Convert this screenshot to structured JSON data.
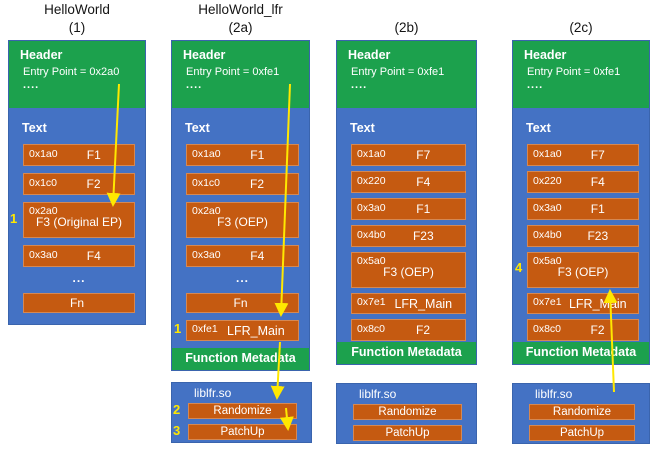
{
  "colors": {
    "green": "#1ca14d",
    "blue": "#4472c4",
    "orange": "#c55a11",
    "yellow": "#ffe800"
  },
  "columns": [
    {
      "title": {
        "line1": "HelloWorld",
        "line2": "(1)"
      },
      "header": {
        "title": "Header",
        "entry": "Entry Point = 0x2a0",
        "dots": "...."
      },
      "text_label": "Text",
      "rows": [
        {
          "addr": "0x1a0",
          "name": "F1"
        },
        {
          "addr": "0x1c0",
          "name": "F2"
        },
        {
          "addr": "0x2a0",
          "name": "F3 (Original EP)"
        },
        {
          "addr": "0x3a0",
          "name": "F4"
        },
        {
          "dots": "..."
        },
        {
          "name": "Fn"
        }
      ],
      "step_marker": "1"
    },
    {
      "title": {
        "line1": "HelloWorld_lfr",
        "line2": "(2a)"
      },
      "header": {
        "title": "Header",
        "entry": "Entry Point = 0xfe1",
        "dots": "...."
      },
      "text_label": "Text",
      "rows": [
        {
          "addr": "0x1a0",
          "name": "F1"
        },
        {
          "addr": "0x1c0",
          "name": "F2"
        },
        {
          "addr": "0x2a0",
          "name": "F3 (OEP)"
        },
        {
          "addr": "0x3a0",
          "name": "F4"
        },
        {
          "dots": "..."
        },
        {
          "name": "Fn"
        },
        {
          "addr": "0xfe1",
          "name": "LFR_Main"
        }
      ],
      "metadata_label": "Function Metadata",
      "lib": {
        "title": "liblfr.so",
        "items": [
          {
            "label": "Randomize",
            "marker": "2"
          },
          {
            "label": "PatchUp",
            "marker": "3"
          }
        ]
      },
      "step_marker": "1"
    },
    {
      "title": {
        "line2": "(2b)"
      },
      "header": {
        "title": "Header",
        "entry": "Entry Point = 0xfe1",
        "dots": "...."
      },
      "text_label": "Text",
      "rows": [
        {
          "addr": "0x1a0",
          "name": "F7"
        },
        {
          "addr": "0x220",
          "name": "F4"
        },
        {
          "addr": "0x3a0",
          "name": "F1"
        },
        {
          "addr": "0x4b0",
          "name": "F23"
        },
        {
          "addr": "0x5a0",
          "name": "F3 (OEP)"
        },
        {
          "addr": "0x7e1",
          "name": "LFR_Main"
        },
        {
          "addr": "0x8c0",
          "name": "F2"
        }
      ],
      "metadata_label": "Function Metadata",
      "lib": {
        "title": "liblfr.so",
        "items": [
          {
            "label": "Randomize"
          },
          {
            "label": "PatchUp"
          }
        ]
      }
    },
    {
      "title": {
        "line2": "(2c)"
      },
      "header": {
        "title": "Header",
        "entry": "Entry Point = 0xfe1",
        "dots": "...."
      },
      "text_label": "Text",
      "rows": [
        {
          "addr": "0x1a0",
          "name": "F7"
        },
        {
          "addr": "0x220",
          "name": "F4"
        },
        {
          "addr": "0x3a0",
          "name": "F1"
        },
        {
          "addr": "0x4b0",
          "name": "F23"
        },
        {
          "addr": "0x5a0",
          "name": "F3 (OEP)"
        },
        {
          "addr": "0x7e1",
          "name": "LFR_Main"
        },
        {
          "addr": "0x8c0",
          "name": "F2"
        }
      ],
      "metadata_label": "Function Metadata",
      "lib": {
        "title": "liblfr.so",
        "items": [
          {
            "label": "Randomize"
          },
          {
            "label": "PatchUp"
          }
        ]
      },
      "step_marker": "4"
    }
  ]
}
